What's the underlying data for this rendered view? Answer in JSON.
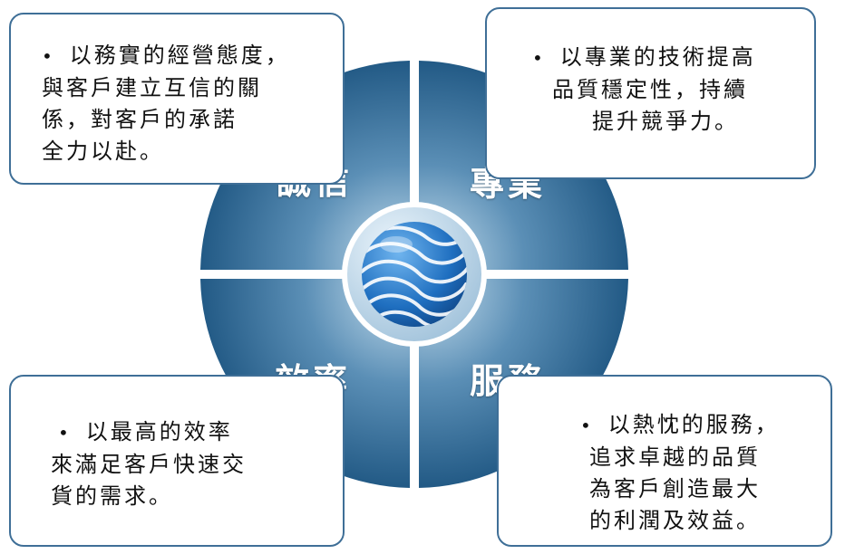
{
  "quadrants": {
    "integrity": "誠信",
    "professional": "專業",
    "efficiency": "效率",
    "service": "服務"
  },
  "boxes": {
    "top_left": {
      "bullet": "•",
      "lines": [
        "以務實的經營態度，",
        "與客戶建立互信的關",
        "係，對客戶的承諾",
        "全力以赴。"
      ]
    },
    "top_right": {
      "bullet": "•",
      "lines": [
        "以專業的技術提高",
        "品質穩定性，持續",
        "提升競爭力。"
      ]
    },
    "bottom_left": {
      "bullet": "•",
      "lines": [
        "以最高的效率",
        "來滿足客戶快速交",
        "貨的需求。"
      ]
    },
    "bottom_right": {
      "bullet": "•",
      "lines": [
        "以熱忱的服務，",
        "追求卓越的品質",
        "為客戶創造最大",
        "的利潤及效益。"
      ]
    }
  },
  "colors": {
    "quadrant_dark": "#1f5a86",
    "quadrant_light": "#a9c9df",
    "box_border": "#3f6f97"
  },
  "center_icon": "globe-swirl-icon"
}
